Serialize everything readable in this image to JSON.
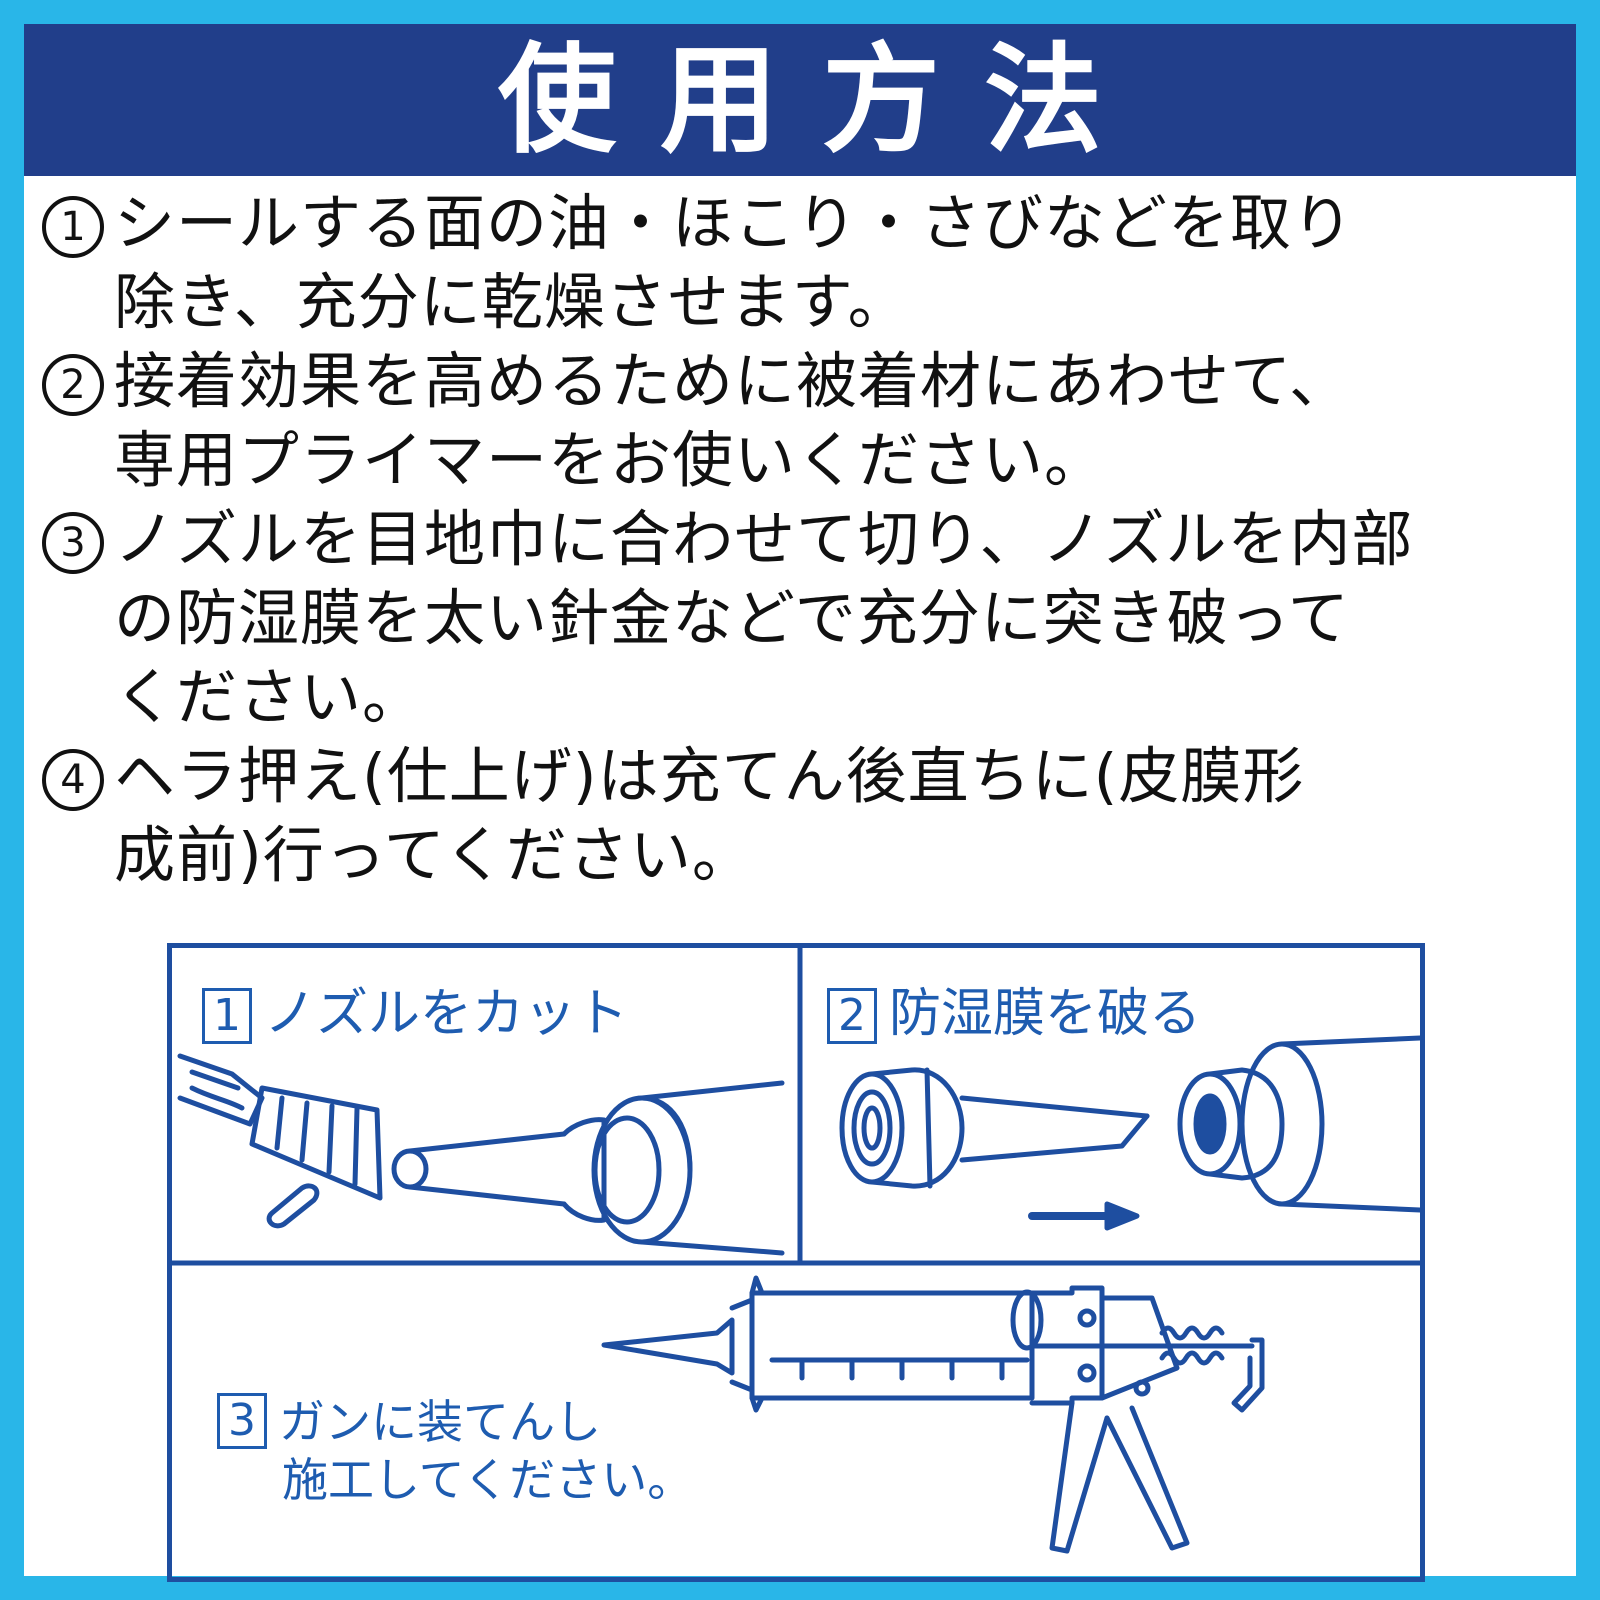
{
  "title": "使用方法",
  "steps": [
    {
      "num": "1",
      "lines": [
        "シールする面の油・ほこり・さびなどを取り",
        "除き、充分に乾燥させます。"
      ]
    },
    {
      "num": "2",
      "lines": [
        "接着効果を高めるために被着材にあわせて、",
        "専用プライマーをお使いください。"
      ]
    },
    {
      "num": "3",
      "lines": [
        "ノズルを目地巾に合わせて切り、ノズルを内部",
        "の防湿膜を太い針金などで充分に突き破って",
        "ください。"
      ]
    },
    {
      "num": "4",
      "lines": [
        "ヘラ押え(仕上げ)は充てん後直ちに(皮膜形",
        "成前)行ってください。"
      ]
    }
  ],
  "figure": {
    "panel1": {
      "num": "1",
      "label": "ノズルをカット"
    },
    "panel2": {
      "num": "2",
      "label": "防湿膜を破る"
    },
    "panel3": {
      "num": "3",
      "label_lines": [
        "ガンに装てんし",
        "施工してください。"
      ]
    }
  },
  "colors": {
    "border": "#29b6e8",
    "title_bg": "#213e8a",
    "illustration": "#1e4ea0"
  }
}
